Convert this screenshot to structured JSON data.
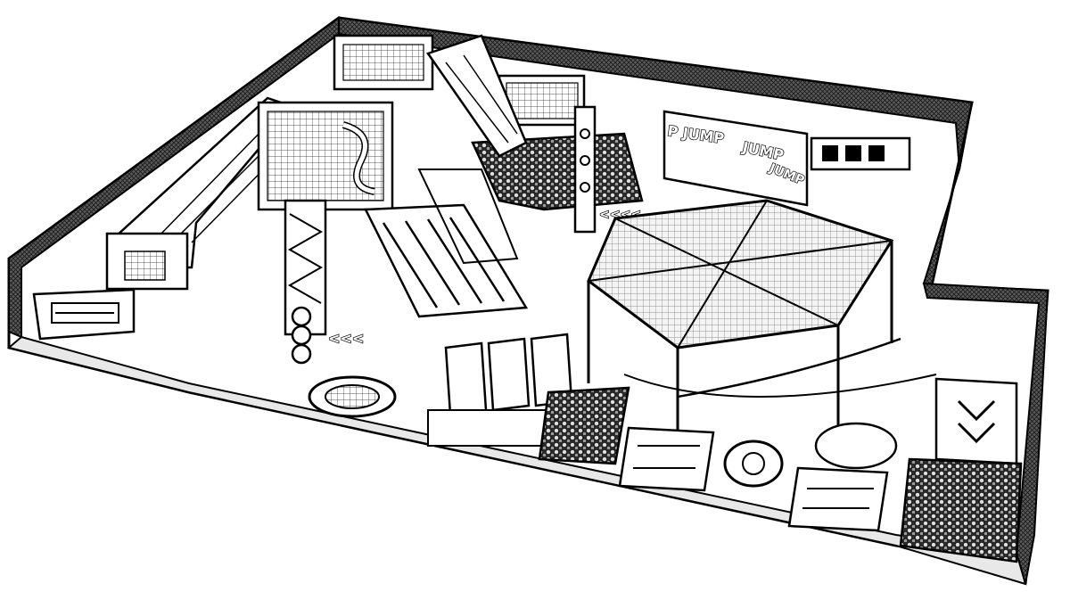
{
  "scene": {
    "palette": {
      "ink": "#000000",
      "paper": "#ffffff",
      "wall": "#4a4a4a",
      "shade": "#bdbdbd"
    },
    "signs": {
      "jump_left": "P JUMP",
      "jump_mid": "JUMP",
      "jump_right": "JUMP"
    },
    "icons": [
      "chevron-arrow-icon",
      "ball-pit",
      "trampoline",
      "slide",
      "tower",
      "spinner-disc"
    ]
  }
}
